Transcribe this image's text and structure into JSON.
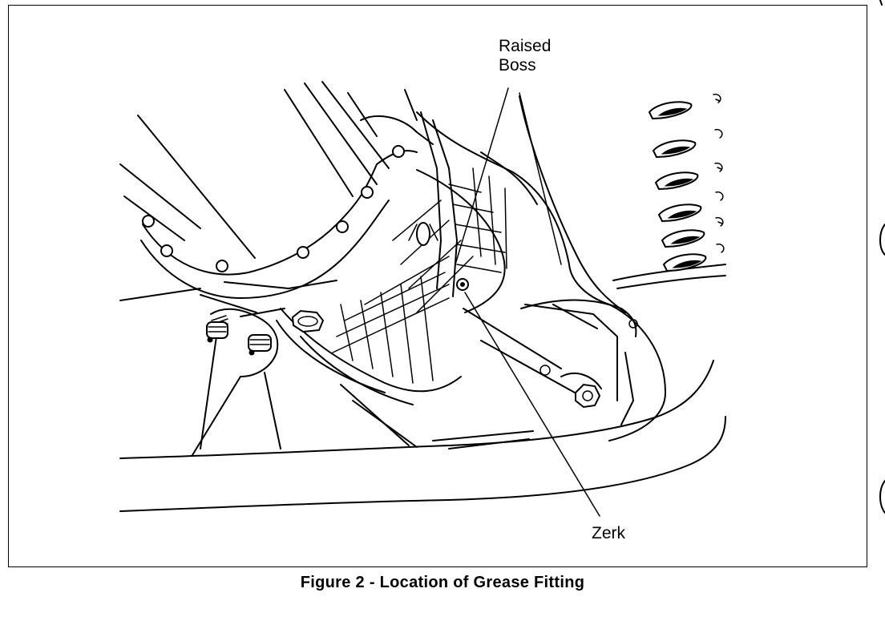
{
  "figure": {
    "callouts": {
      "raised_boss_line1": "Raised",
      "raised_boss_line2": "Boss",
      "zerk": "Zerk"
    },
    "caption": "Figure 2 - Location of Grease Fitting"
  }
}
